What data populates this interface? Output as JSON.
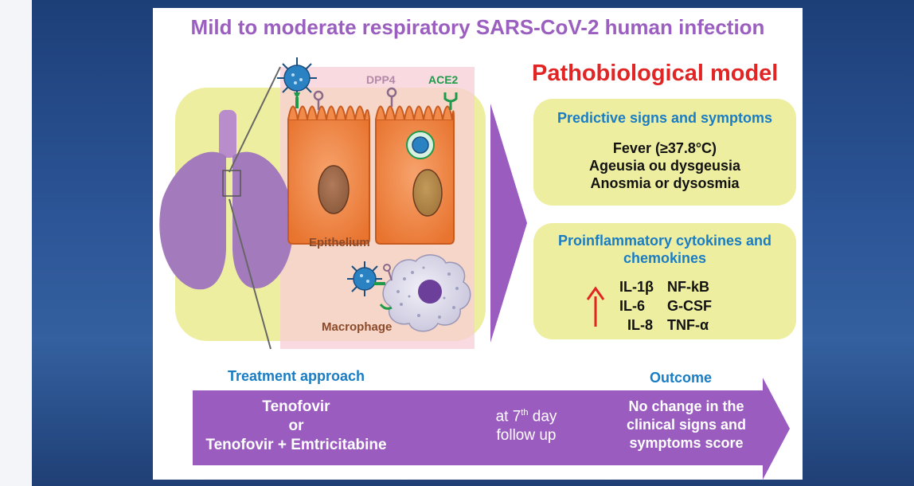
{
  "title": "Mild to moderate respiratory SARS-CoV-2 human infection",
  "model_title": "Pathobiological model",
  "receptors": {
    "dpp4": "DPP4",
    "ace2": "ACE2"
  },
  "labels": {
    "epithelium": "Epithelium",
    "macrophage": "Macrophage"
  },
  "signs_box": {
    "title": "Predictive signs and symptoms",
    "items": [
      "Fever (≥37.8°C)",
      "Ageusia ou dysgeusia",
      "Anosmia or dysosmia"
    ]
  },
  "cytokines_box": {
    "title_line1": "Proinflammatory cytokines and",
    "title_line2": "chemokines",
    "rows": [
      [
        "IL-1β",
        "NF-kB"
      ],
      [
        "IL-6",
        "G-CSF"
      ],
      [
        "IL-8",
        "TNF-α"
      ]
    ]
  },
  "treatment": {
    "label": "Treatment approach",
    "line1": "Tenofovir",
    "line2": "or",
    "line3": "Tenofovir + Emtricitabine"
  },
  "follow_up": {
    "prefix": "at 7",
    "sup": "th",
    "suffix": " day",
    "line2": "follow up"
  },
  "outcome": {
    "label": "Outcome",
    "line1": "No change in the",
    "line2": "clinical signs and",
    "line3": "symptoms score"
  },
  "colors": {
    "title_purple": "#9b5fc0",
    "model_red": "#e12424",
    "box_yellow": "#eeeea0",
    "arrow_purple": "#9a5dbf",
    "section_blue": "#1a7dc4",
    "cell_orange": "#f28a4a",
    "ace2_green": "#1f9a4a",
    "up_arrow_red": "#e12424"
  }
}
